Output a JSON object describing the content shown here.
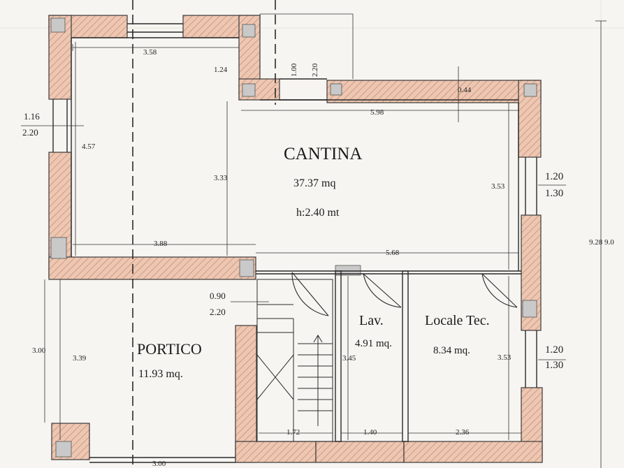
{
  "rooms": {
    "cantina": {
      "name": "CANTINA",
      "area": "37.37 mq",
      "height": "h:2.40 mt"
    },
    "portico": {
      "name": "PORTICO",
      "area": "11.93 mq."
    },
    "lav": {
      "name": "Lav.",
      "area": "4.91 mq."
    },
    "locale_tec": {
      "name": "Locale Tec.",
      "area": "8.34 mq."
    }
  },
  "dimensions": {
    "top_width": "3.58",
    "top_right_width": "5.98",
    "wall_thickness": "0.44",
    "left_height": "4.57",
    "inner_height": "3.33",
    "mid_width_left": "3.88",
    "mid_width_right": "5.68",
    "right_height_upper": "3.53",
    "right_height_lower": "3.53",
    "small_dim_124": "1.24",
    "window_top_a": "1.00",
    "window_top_b": "2.20",
    "window_left_a": "1.16",
    "window_left_b": "2.20",
    "window_right_upper_a": "1.20",
    "window_right_upper_b": "1.30",
    "window_right_lower_a": "1.20",
    "window_right_lower_b": "1.30",
    "door_a": "0.90",
    "door_b": "2.20",
    "portico_height_outer": "3.00",
    "portico_height_inner": "3.39",
    "lav_height": "3.45",
    "bottom_stair": "1.72",
    "bottom_lav": "1.40",
    "bottom_tec": "2.36",
    "bottom_portico": "3.00",
    "total_height": "9.28 9.0"
  },
  "colors": {
    "wall": "#e9c2ad",
    "hatch": "#c98f78",
    "line": "#2a2a2a",
    "column": "#b9b9b9"
  }
}
